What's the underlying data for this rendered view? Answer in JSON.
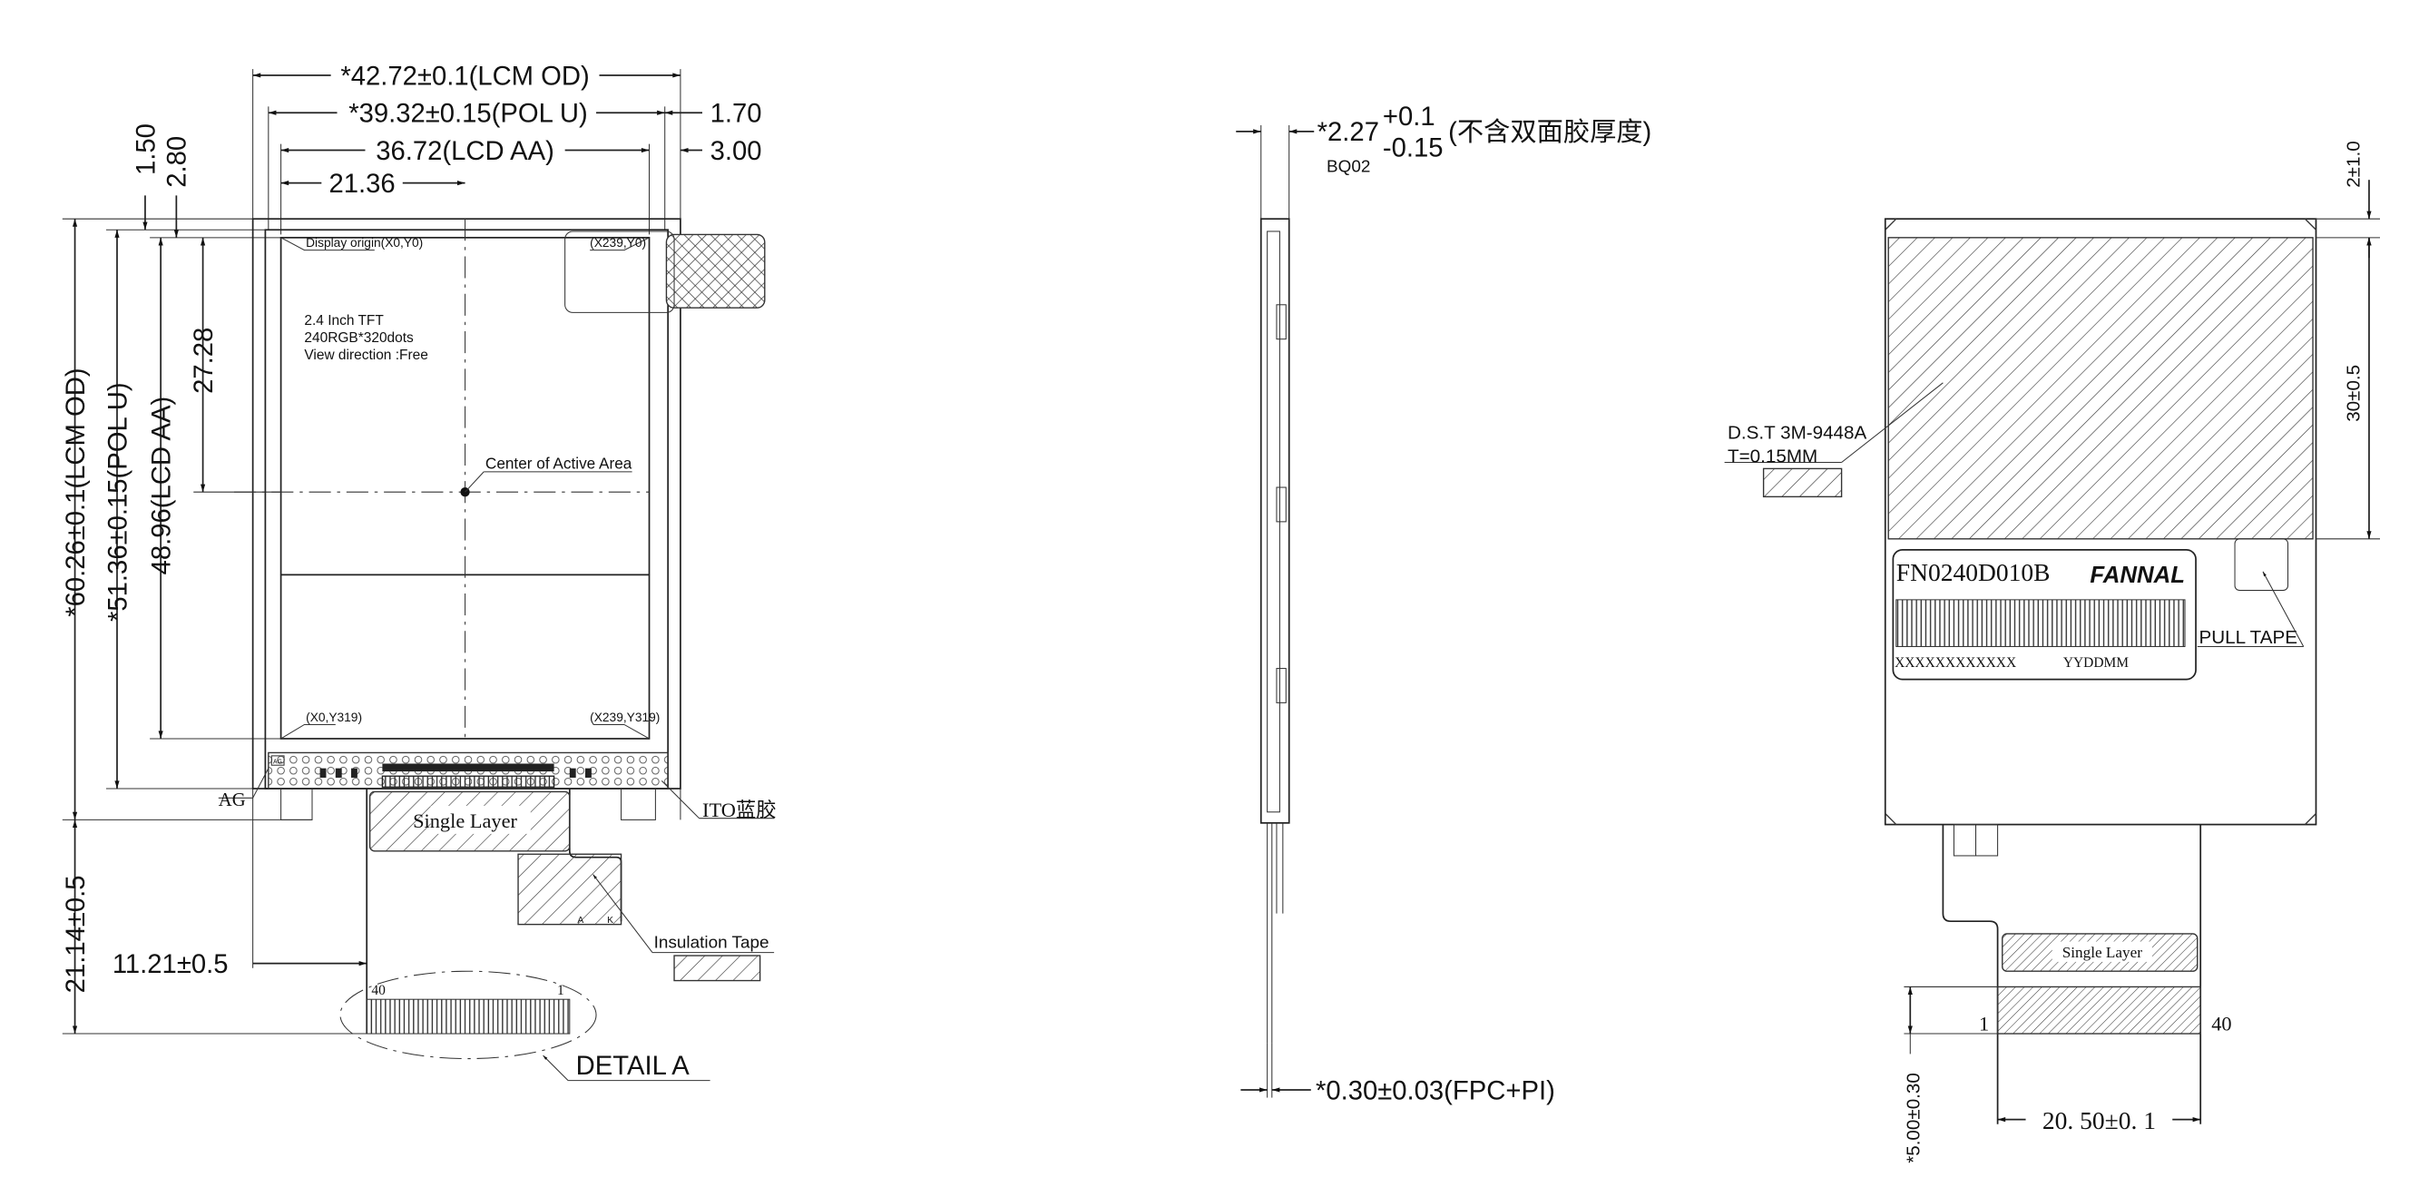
{
  "front_view": {
    "dim_lcm_od_width": "*42.72±0.1(LCM OD)",
    "dim_pol_width": "*39.32±0.15(POL U)",
    "dim_lcd_aa_width": "36.72(LCD AA)",
    "dim_center_x": "21.36",
    "dim_right_pol": "1.70",
    "dim_right_aa": "3.00",
    "dim_top_pol": "1.50",
    "dim_top_aa": "2.80",
    "dim_lcm_od_height": "*60.26±0.1(LCM OD)",
    "dim_pol_height": "*51.36±0.15(POL U)",
    "dim_lcd_aa_height": "48.96(LCD AA)",
    "dim_center_y": "27.28",
    "dim_fpc_length": "21.14±0.5",
    "dim_fpc_offset": "11.21±0.5",
    "origin_label": "Display origin(X0,Y0)",
    "corner_top_right": "(X239,Y0)",
    "corner_bottom_left": "(X0,Y319)",
    "corner_bottom_right": "(X239,Y319)",
    "spec_lines": [
      "2.4 Inch TFT",
      "240RGB*320dots",
      "View direction :Free"
    ],
    "center_label": "Center of Active Area",
    "ag_label": "AG",
    "ag_small": "AG",
    "ito_label": "ITO蓝胶",
    "single_layer": "Single Layer",
    "insulation_tape": "Insulation Tape",
    "pin_left": "40",
    "pin_right": "1",
    "anode": "A",
    "cathode": "K",
    "detail_label": "DETAIL A"
  },
  "side_view": {
    "thickness_main": "*2.27",
    "thickness_plus": "+0.1",
    "thickness_minus": "-0.15",
    "thickness_note": "(不含双面胶厚度)",
    "bq_label": "BQ02",
    "fpc_thickness": "*0.30±0.03(FPC+PI)"
  },
  "back_view": {
    "tape_label_1": "D.S.T 3M-9448A",
    "tape_label_2": "T=0.15MM",
    "dim_top_gap": "2±1.0",
    "dim_tape_height": "30±0.5",
    "part_number": "FN0240D010B",
    "brand": "FANNAL",
    "serial": "XXXXXXXXXXXX",
    "date_code": "YYDDMM",
    "pull_tape": "PULL TAPE",
    "single_layer": "Single Layer",
    "pin_first": "1",
    "pin_last": "40",
    "dim_contact_length": "*5.00±0.30",
    "dim_contact_width": "20. 50±0. 1"
  }
}
